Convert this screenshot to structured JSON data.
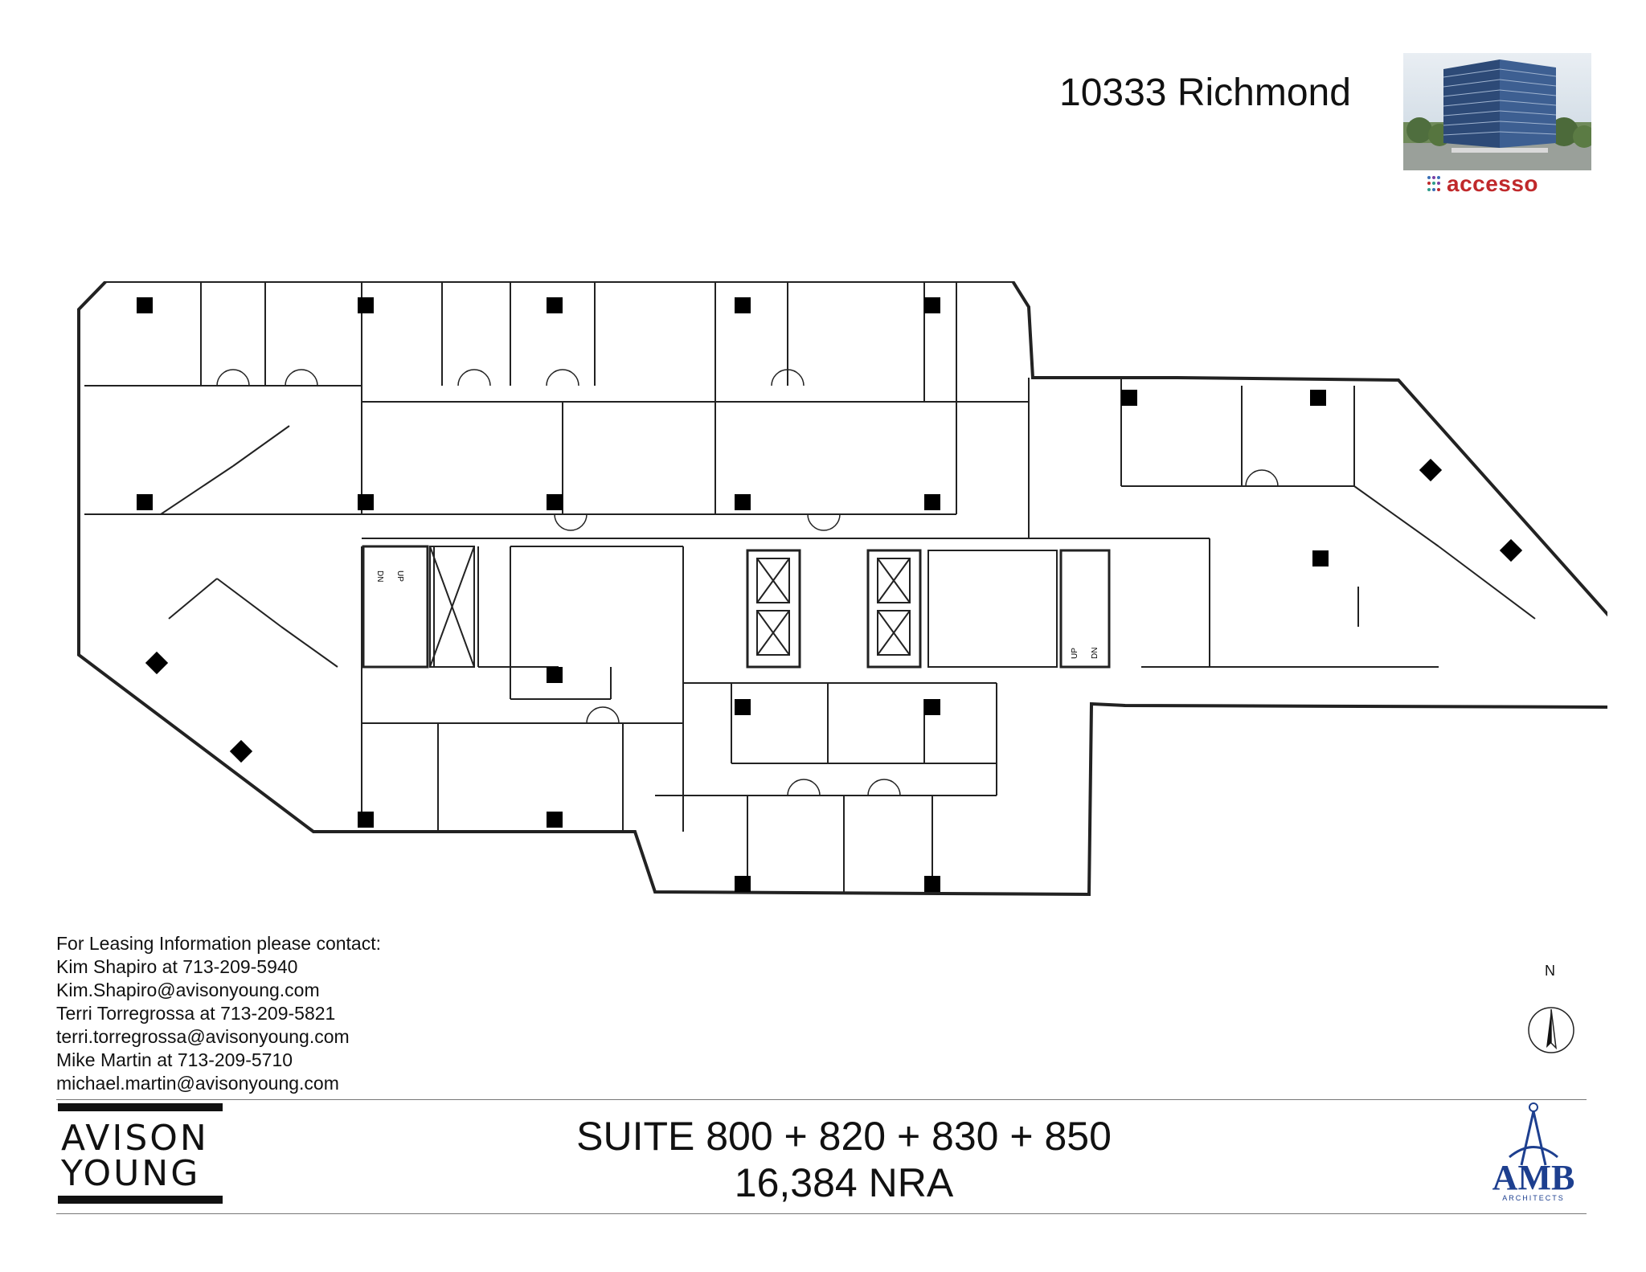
{
  "header": {
    "title": "10333 Richmond",
    "photo_icon": "building-photo",
    "logo": {
      "text": "accesso",
      "color": "#c0292b",
      "dot_colors": [
        "#3b6fb6",
        "#7a3fa3",
        "#3b6fb6",
        "#c0292b",
        "#2f9c8a",
        "#7a3fa3",
        "#2f9c8a",
        "#3b6fb6",
        "#c0292b"
      ]
    }
  },
  "floorplan": {
    "stair_labels": [
      "DN",
      "UP",
      "UP",
      "DN"
    ]
  },
  "contact": {
    "heading": "For Leasing Information please contact:",
    "lines": [
      "Kim Shapiro at 713-209-5940",
      "Kim.Shapiro@avisonyoung.com",
      "Terri Torregrossa at 713-209-5821",
      "terri.torregrossa@avisonyoung.com",
      "Mike Martin at 713-209-5710",
      "michael.martin@avisonyoung.com"
    ]
  },
  "compass": {
    "label": "N",
    "icon": "north-arrow-icon"
  },
  "footer": {
    "brand_line_1": "AVISON",
    "brand_line_2": "YOUNG",
    "suite_line_1": "SUITE 800 + 820 + 830 + 850",
    "suite_line_2": "16,384 NRA",
    "architect_logo_text": "AMB",
    "architect_logo_subtext": "ARCHITECTS",
    "architect_color": "#1d3f8f"
  }
}
